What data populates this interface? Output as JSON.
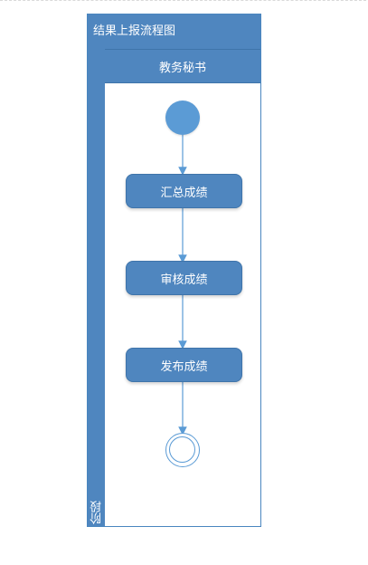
{
  "diagram": {
    "pool_title": "结果上报流程图",
    "lane_header": "教务秘书",
    "phase_label": "阶段",
    "activities": [
      "汇总成绩",
      "审核成绩",
      "发布成绩"
    ],
    "colors": {
      "fill": "#4f86bf",
      "start": "#5b9bd5",
      "line": "#5b9bd5",
      "text": "#ffffff"
    }
  }
}
